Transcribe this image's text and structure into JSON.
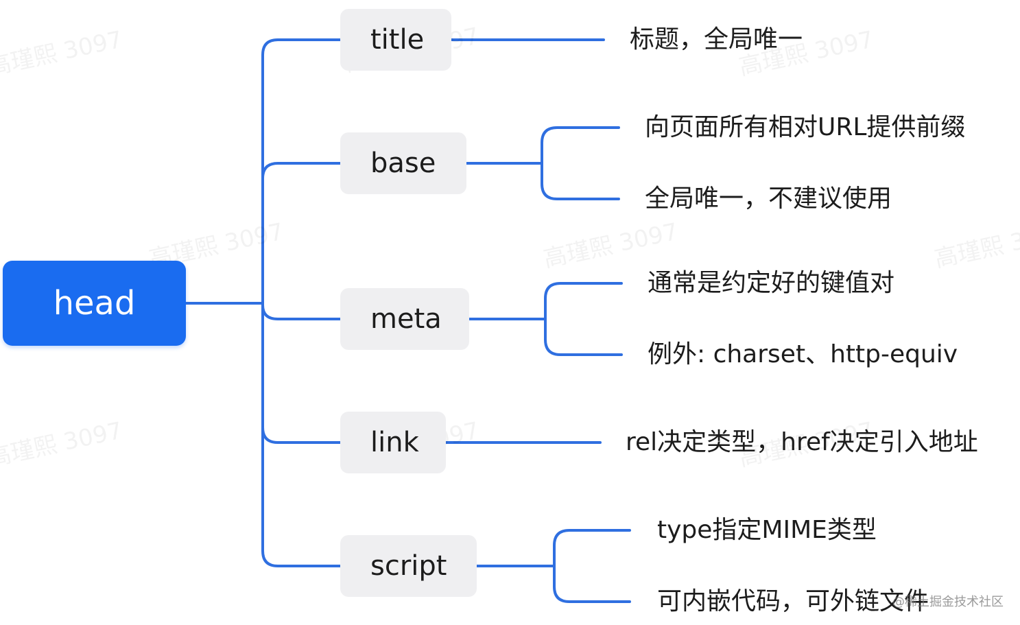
{
  "root": {
    "label": "head"
  },
  "branches": [
    {
      "id": "title",
      "label": "title",
      "leaves": [
        "标题，全局唯一"
      ]
    },
    {
      "id": "base",
      "label": "base",
      "leaves": [
        "向页面所有相对URL提供前缀",
        "全局唯一，不建议使用"
      ]
    },
    {
      "id": "meta",
      "label": "meta",
      "leaves": [
        "通常是约定好的键值对",
        "例外: charset、http-equiv"
      ]
    },
    {
      "id": "link",
      "label": "link",
      "leaves": [
        "rel决定类型，href决定引入地址"
      ]
    },
    {
      "id": "script",
      "label": "script",
      "leaves": [
        "type指定MIME类型",
        "可内嵌代码，可外链文件"
      ]
    }
  ],
  "watermark": {
    "text": "高瑾熙 3097"
  },
  "site_credit": "@稀土掘金技术社区",
  "colors": {
    "connector": "#2f6fe0",
    "root_bg": "#1a6cf0",
    "node_bg": "#efeff1"
  }
}
